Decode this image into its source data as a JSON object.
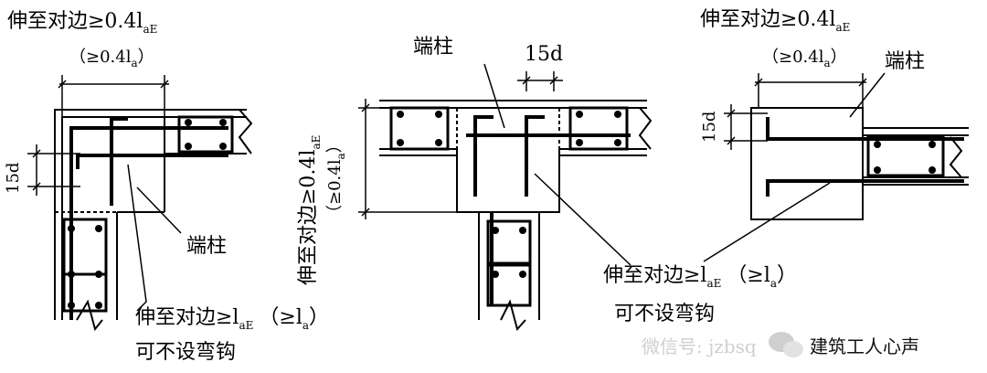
{
  "diagram_1": {
    "top_label": "伸至对边≥0.4l",
    "top_label_sub": "aE",
    "paren_label": "（≥0.4l",
    "paren_label_sub": "a",
    "paren_close": "）",
    "dim_15d": "15d",
    "column_label": "端柱",
    "bottom_label": "伸至对边≥l",
    "bottom_label_sub": "aE",
    "bottom_paren": "（≥l",
    "bottom_paren_sub": "a",
    "bottom_paren_close": "）",
    "bottom_note": "可不设弯钩"
  },
  "diagram_2": {
    "column_label": "端柱",
    "dim_15d": "15d",
    "vertical_label": "伸至对边≥0.4l",
    "vertical_label_sub": "aE",
    "vertical_paren": "（≥0.4l",
    "vertical_paren_sub": "a",
    "vertical_paren_close": "）",
    "bottom_label": "伸至对边≥l",
    "bottom_label_sub": "aE",
    "bottom_paren": "（≥l",
    "bottom_paren_sub": "a",
    "bottom_paren_close": "）",
    "bottom_note": "可不设弯钩"
  },
  "diagram_3": {
    "top_label": "伸至对边≥0.4l",
    "top_label_sub": "aE",
    "paren_label": "（≥0.4l",
    "paren_label_sub": "a",
    "paren_close": "）",
    "column_label": "端柱",
    "dim_15d": "15d"
  },
  "watermark": {
    "faded_text": "微信号: jzbsq",
    "brand_text": "建筑工人心声"
  }
}
